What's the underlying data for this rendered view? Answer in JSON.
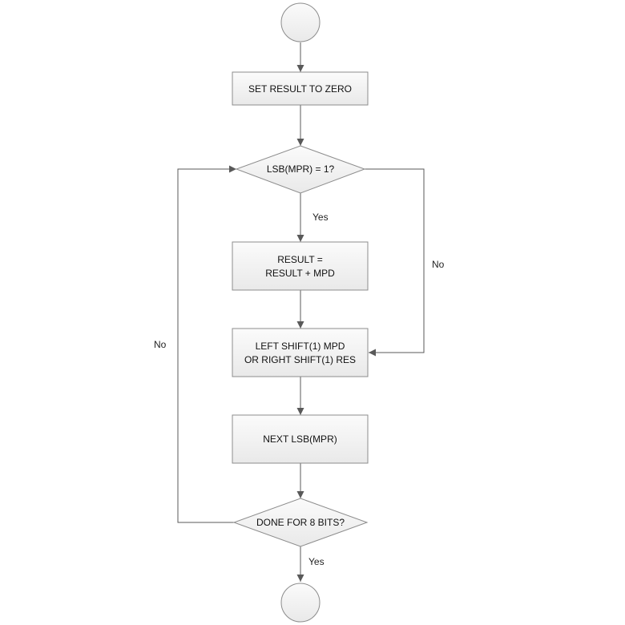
{
  "diagram": {
    "type": "flowchart",
    "nodes": {
      "start": {
        "kind": "terminal-start"
      },
      "set_zero": {
        "lines": [
          "SET RESULT TO ZERO"
        ]
      },
      "lsb_check": {
        "lines": [
          "LSB(MPR) = 1?"
        ]
      },
      "add": {
        "lines": [
          "RESULT =",
          "RESULT + MPD"
        ]
      },
      "shift": {
        "lines": [
          "LEFT SHIFT(1) MPD",
          "OR RIGHT SHIFT(1) RES"
        ]
      },
      "next": {
        "lines": [
          "NEXT LSB(MPR)"
        ]
      },
      "done_check": {
        "lines": [
          "DONE FOR 8 BITS?"
        ]
      },
      "end": {
        "kind": "terminal-end"
      }
    },
    "edge_labels": {
      "lsb_yes": "Yes",
      "lsb_no": "No",
      "loop_no": "No",
      "done_yes": "Yes"
    }
  }
}
